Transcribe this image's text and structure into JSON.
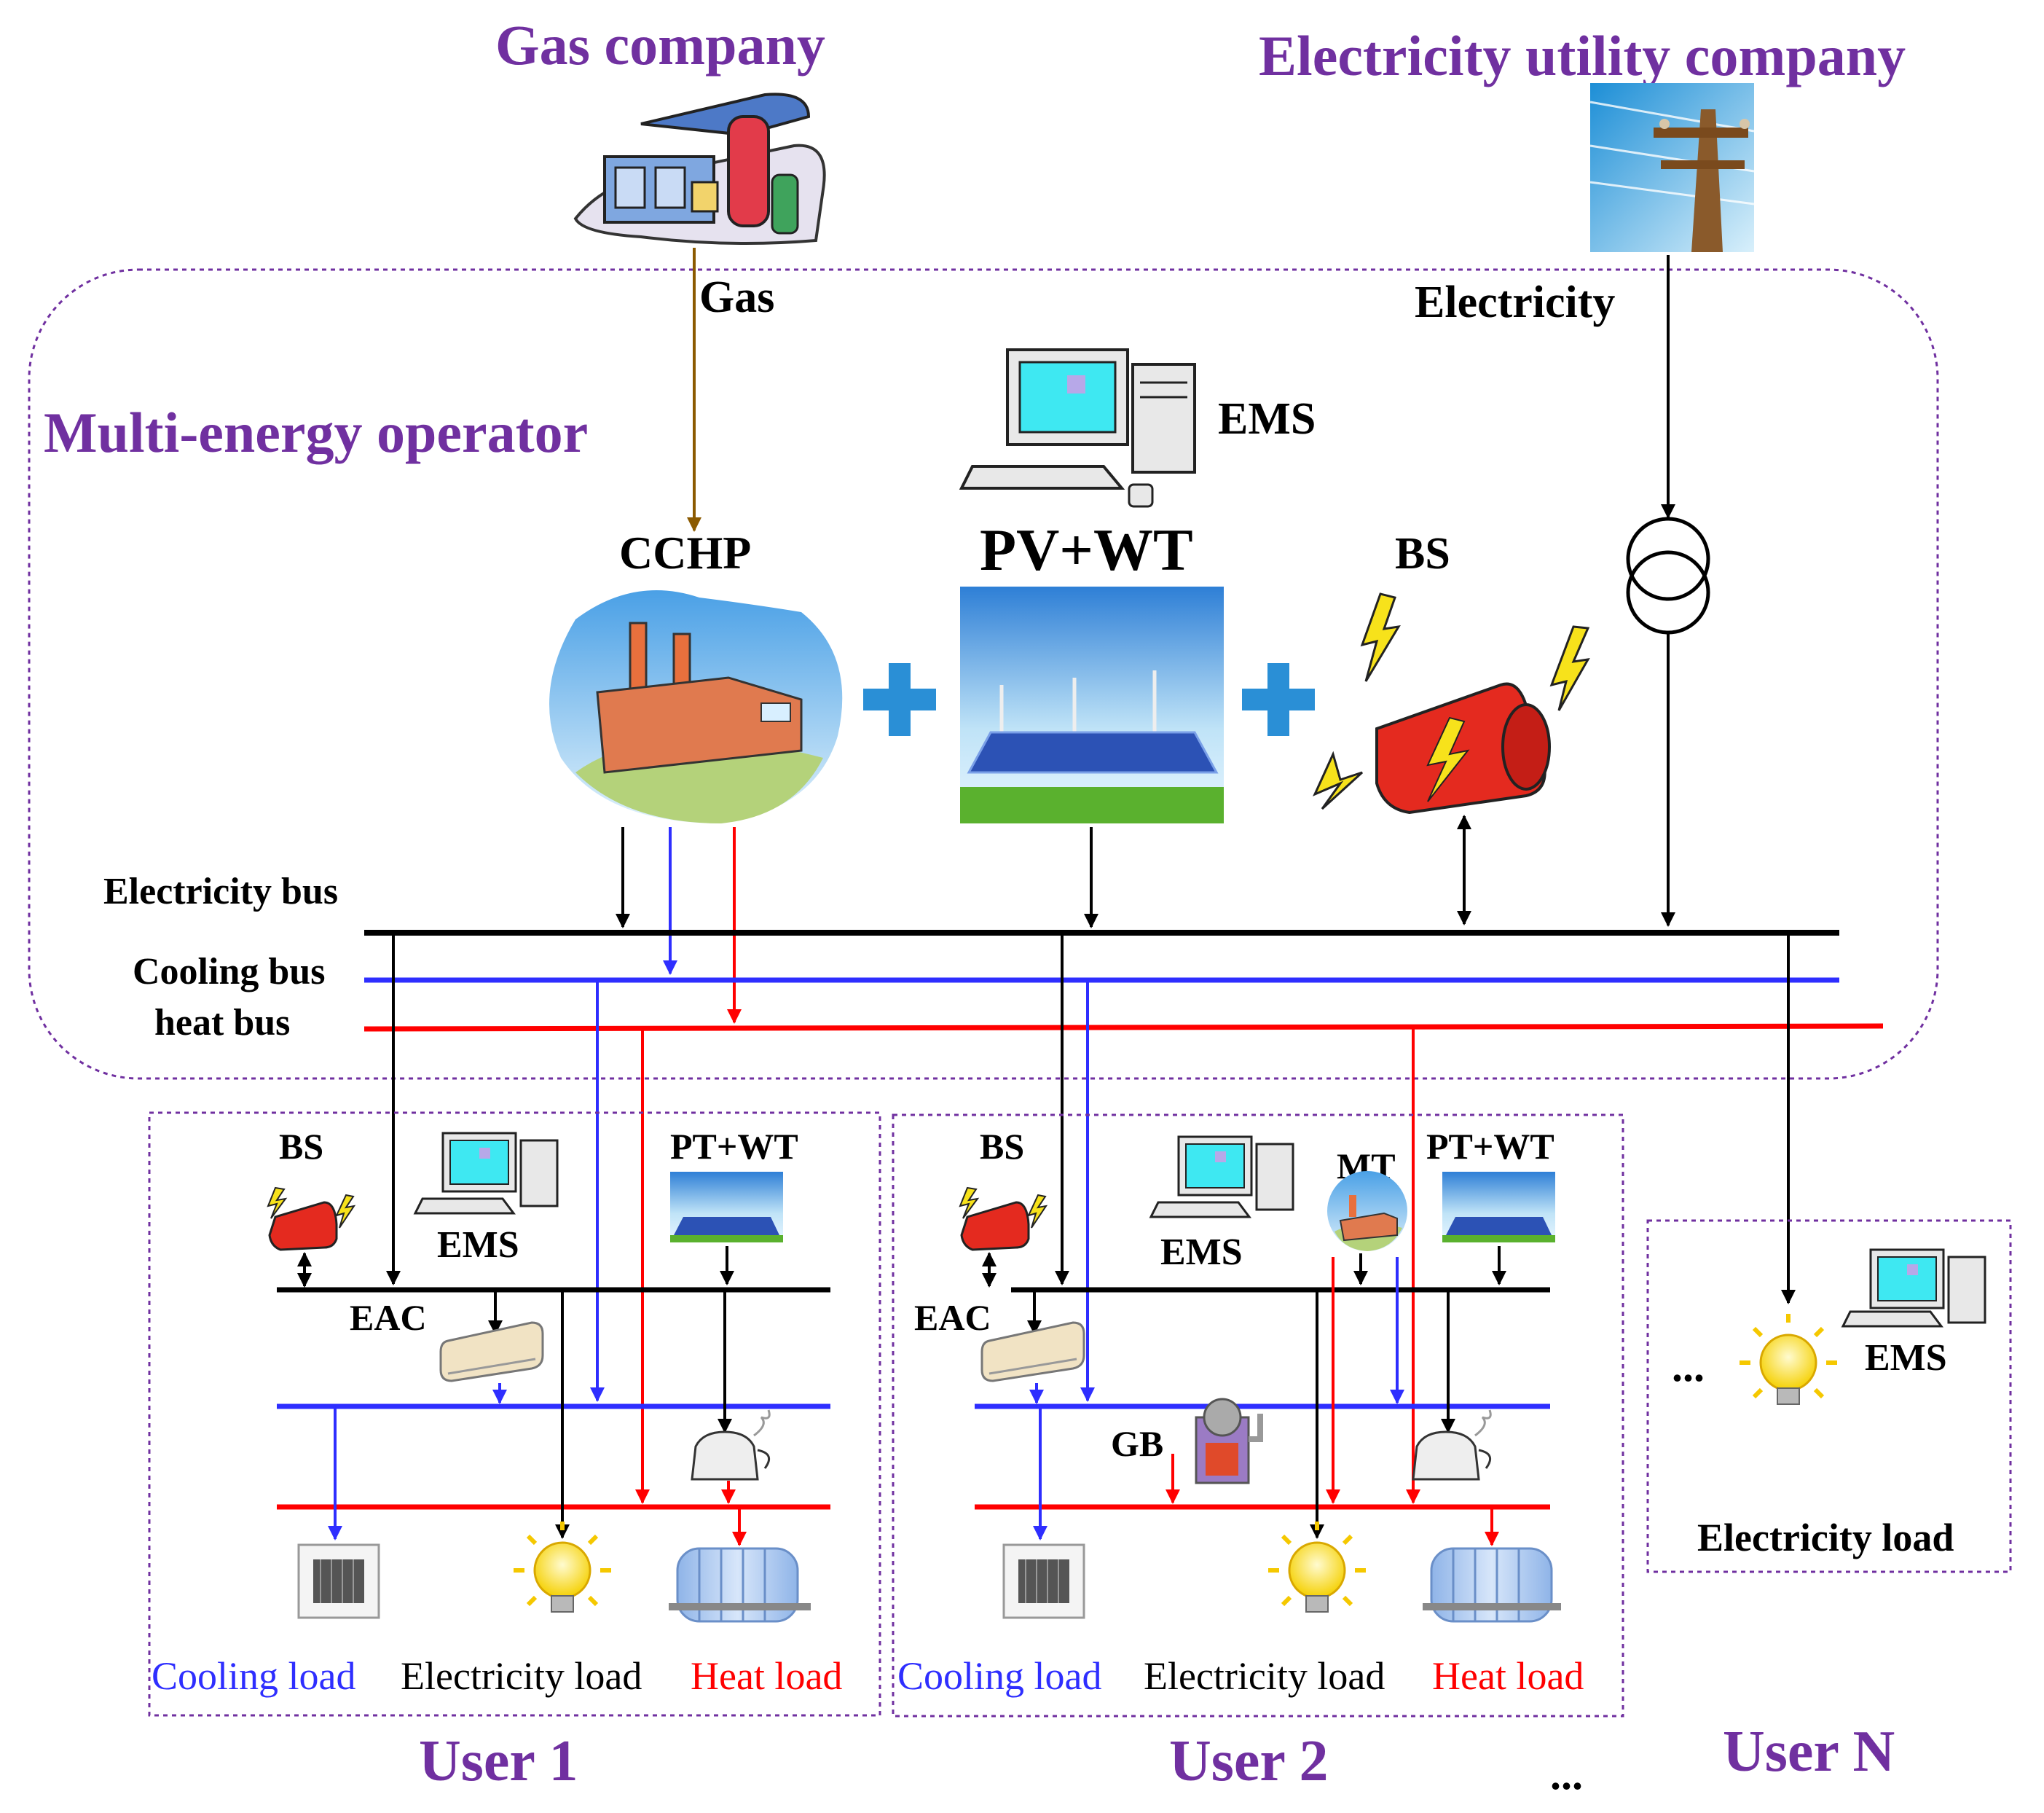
{
  "entities": {
    "gas_company": "Gas  company",
    "electricity_utility": "Electricity utility company",
    "multi_energy_operator": "Multi-energy  operator"
  },
  "flows": {
    "gas": "Gas",
    "electricity": "Electricity"
  },
  "operator": {
    "ems": "EMS",
    "cchp": "CCHP",
    "pv_wt": "PV+WT",
    "bs": "BS"
  },
  "buses": {
    "electricity": "Electricity bus",
    "cooling": "Cooling  bus",
    "heat": "heat  bus"
  },
  "user1": {
    "title": "User  1",
    "bs": "BS",
    "ems": "EMS",
    "pt_wt": "PT+WT",
    "eac": "EAC",
    "cooling_load": "Cooling load",
    "electricity_load": "Electricity load",
    "heat_load": "Heat load"
  },
  "user2": {
    "title": "User 2",
    "bs": "BS",
    "ems": "EMS",
    "mt": "MT",
    "pt_wt": "PT+WT",
    "eac": "EAC",
    "gb": "GB",
    "cooling_load": "Cooling load",
    "electricity_load": "Electricity load",
    "heat_load": "Heat load"
  },
  "userN": {
    "title": "User  N",
    "ellipsis": "...",
    "ems": "EMS",
    "electricity_load": "Electricity load"
  },
  "between_users_ellipsis": "...",
  "colors": {
    "purple": "#7030A0",
    "electricity": "#000000",
    "cooling": "#2E2EFF",
    "heat": "#FF0000",
    "gas": "#8B5A00"
  }
}
